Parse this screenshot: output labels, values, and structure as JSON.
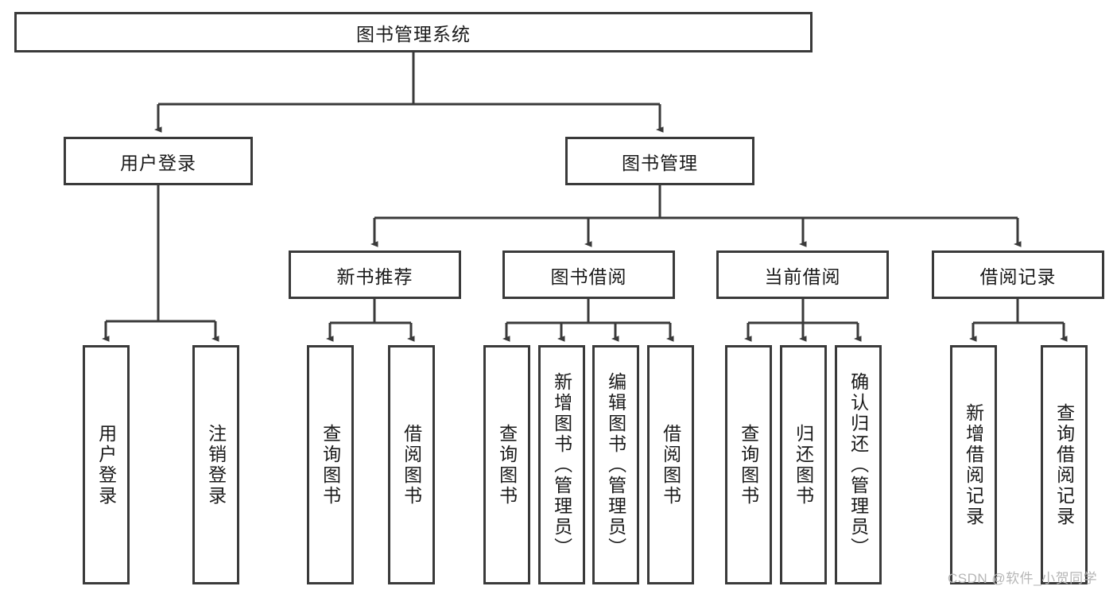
{
  "diagram": {
    "type": "tree",
    "title": "图书管理系统",
    "root": {
      "label": "图书管理系统"
    },
    "level2": [
      {
        "label": "用户登录"
      },
      {
        "label": "图书管理"
      }
    ],
    "level3": [
      {
        "label": "新书推荐"
      },
      {
        "label": "图书借阅"
      },
      {
        "label": "当前借阅"
      },
      {
        "label": "借阅记录"
      }
    ],
    "leaves": {
      "user_login": [
        {
          "label": "用户登录"
        },
        {
          "label": "注销登录"
        }
      ],
      "new_book_recommend": [
        {
          "label": "查询图书"
        },
        {
          "label": "借阅图书"
        }
      ],
      "book_borrow": [
        {
          "label": "查询图书"
        },
        {
          "label": "新增图书（管理员）"
        },
        {
          "label": "编辑图书（管理员）"
        },
        {
          "label": "借阅图书"
        }
      ],
      "current_borrow": [
        {
          "label": "查询图书"
        },
        {
          "label": "归还图书"
        },
        {
          "label": "确认归还（管理员）"
        }
      ],
      "borrow_record": [
        {
          "label": "新增借阅记录"
        },
        {
          "label": "查询借阅记录"
        }
      ]
    }
  },
  "watermark": {
    "text": "CSDN @软件_小贺同学"
  },
  "colors": {
    "border": "#3a3a3a",
    "text": "#1a1a1a",
    "background": "#ffffff",
    "watermark": "#b6b6b6"
  }
}
